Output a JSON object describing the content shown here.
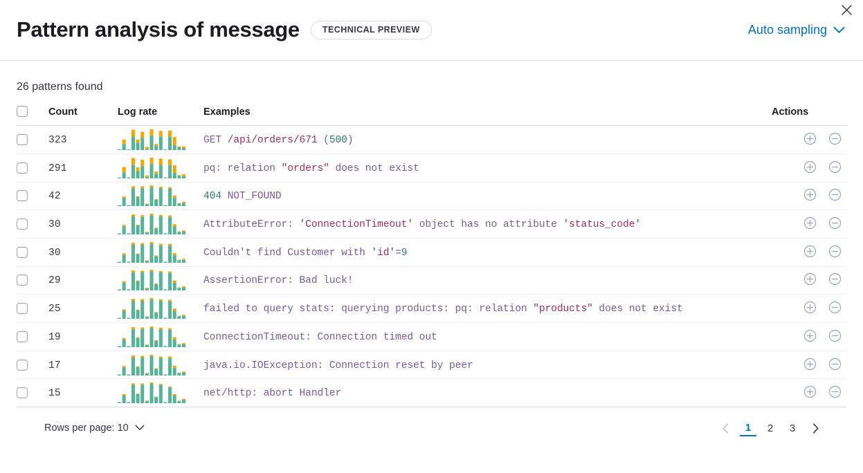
{
  "header": {
    "title": "Pattern analysis of message",
    "badge": "TECHNICAL PREVIEW",
    "sampling_label": "Auto sampling",
    "close_icon": "close-icon",
    "chevron_icon": "chevron-down-icon"
  },
  "summary": {
    "patterns_found": "26 patterns found"
  },
  "table": {
    "columns": {
      "select": "",
      "count": "Count",
      "log_rate": "Log rate",
      "examples": "Examples",
      "actions": "Actions"
    },
    "rows": [
      {
        "count": "323",
        "example_plain": "GET /api/orders/671 (500)",
        "tokens": [
          {
            "t": "GET ",
            "c": "d"
          },
          {
            "t": "/api/orders/671",
            "c": "s"
          },
          {
            "t": " (",
            "c": "d"
          },
          {
            "t": "500",
            "c": "n"
          },
          {
            "t": ")",
            "c": "d"
          }
        ],
        "spark": {
          "teal": [
            4,
            30,
            4,
            66,
            36,
            60,
            6,
            70,
            20,
            66,
            4,
            66,
            24,
            14,
            10
          ],
          "orange": [
            0,
            22,
            0,
            34,
            16,
            30,
            10,
            32,
            10,
            28,
            0,
            30,
            40,
            4,
            8
          ]
        }
      },
      {
        "count": "291",
        "example_plain": "pq: relation \"orders\" does not exist",
        "tokens": [
          {
            "t": "pq: relation ",
            "c": "d"
          },
          {
            "t": "\"orders\"",
            "c": "s"
          },
          {
            "t": " does not exist",
            "c": "d"
          }
        ],
        "spark": {
          "teal": [
            4,
            28,
            4,
            64,
            34,
            58,
            6,
            68,
            22,
            64,
            4,
            62,
            26,
            12,
            12
          ],
          "orange": [
            0,
            26,
            0,
            32,
            18,
            30,
            8,
            30,
            10,
            30,
            0,
            28,
            36,
            4,
            8
          ]
        }
      },
      {
        "count": "42",
        "example_plain": "404 NOT_FOUND",
        "tokens": [
          {
            "t": "404",
            "c": "n"
          },
          {
            "t": " NOT_FOUND",
            "c": "d"
          }
        ],
        "spark": {
          "teal": [
            4,
            34,
            4,
            74,
            38,
            74,
            8,
            78,
            26,
            74,
            4,
            72,
            34,
            10,
            14
          ],
          "orange": [
            0,
            6,
            0,
            8,
            3,
            8,
            2,
            8,
            3,
            6,
            0,
            6,
            10,
            2,
            4
          ]
        }
      },
      {
        "count": "30",
        "example_plain": "AttributeError: 'ConnectionTimeout' object has no attribute 'status_code'",
        "tokens": [
          {
            "t": "AttributeError: ",
            "c": "d"
          },
          {
            "t": "'ConnectionTimeout'",
            "c": "s"
          },
          {
            "t": " object has no attribute ",
            "c": "d"
          },
          {
            "t": "'status_code'",
            "c": "s"
          }
        ],
        "spark": {
          "teal": [
            4,
            32,
            4,
            72,
            36,
            70,
            8,
            76,
            24,
            72,
            4,
            70,
            32,
            10,
            12
          ],
          "orange": [
            0,
            6,
            0,
            8,
            3,
            7,
            2,
            7,
            3,
            6,
            0,
            6,
            9,
            2,
            4
          ]
        }
      },
      {
        "count": "30",
        "example_plain": "Couldn't find Customer with 'id'=9",
        "tokens": [
          {
            "t": "Couldn't find Customer with ",
            "c": "d"
          },
          {
            "t": "'id'",
            "c": "s"
          },
          {
            "t": "=",
            "c": "d"
          },
          {
            "t": "9",
            "c": "n"
          }
        ],
        "spark": {
          "teal": [
            4,
            32,
            4,
            72,
            34,
            72,
            8,
            76,
            26,
            70,
            4,
            70,
            30,
            10,
            12
          ],
          "orange": [
            0,
            6,
            0,
            8,
            3,
            7,
            2,
            7,
            3,
            6,
            0,
            6,
            9,
            2,
            4
          ]
        }
      },
      {
        "count": "29",
        "example_plain": "AssertionError: Bad luck!",
        "tokens": [
          {
            "t": "AssertionError: Bad luck!",
            "c": "d"
          }
        ],
        "spark": {
          "teal": [
            4,
            30,
            4,
            70,
            36,
            70,
            8,
            74,
            24,
            70,
            4,
            68,
            30,
            10,
            12
          ],
          "orange": [
            0,
            6,
            0,
            8,
            3,
            7,
            2,
            7,
            3,
            6,
            0,
            6,
            9,
            2,
            4
          ]
        }
      },
      {
        "count": "25",
        "example_plain": "failed to query stats: querying products: pq: relation \"products\" does not exist",
        "tokens": [
          {
            "t": "failed to query stats: querying products: pq: relation ",
            "c": "d"
          },
          {
            "t": "\"products\"",
            "c": "s"
          },
          {
            "t": " does not exist",
            "c": "d"
          }
        ],
        "spark": {
          "teal": [
            4,
            32,
            4,
            72,
            34,
            72,
            8,
            76,
            24,
            72,
            4,
            70,
            32,
            10,
            12
          ],
          "orange": [
            0,
            6,
            0,
            8,
            3,
            7,
            2,
            7,
            3,
            6,
            0,
            6,
            9,
            2,
            4
          ]
        }
      },
      {
        "count": "19",
        "example_plain": "ConnectionTimeout: Connection timed out",
        "tokens": [
          {
            "t": "ConnectionTimeout: Connection timed out",
            "c": "d"
          }
        ],
        "spark": {
          "teal": [
            4,
            30,
            4,
            70,
            36,
            70,
            8,
            74,
            24,
            70,
            4,
            68,
            30,
            10,
            12
          ],
          "orange": [
            0,
            6,
            0,
            8,
            3,
            7,
            2,
            7,
            3,
            6,
            0,
            6,
            9,
            2,
            4
          ]
        }
      },
      {
        "count": "17",
        "example_plain": "java.io.IOException: Connection reset by peer",
        "tokens": [
          {
            "t": "java.io.IOException: Connection reset by peer",
            "c": "d"
          }
        ],
        "spark": {
          "teal": [
            4,
            32,
            4,
            72,
            34,
            72,
            8,
            76,
            26,
            70,
            4,
            70,
            30,
            10,
            12
          ],
          "orange": [
            0,
            6,
            0,
            8,
            3,
            7,
            2,
            7,
            3,
            6,
            0,
            6,
            9,
            2,
            4
          ]
        }
      },
      {
        "count": "15",
        "example_plain": "net/http: abort Handler",
        "tokens": [
          {
            "t": "net/http: abort Handler",
            "c": "d"
          }
        ],
        "spark": {
          "teal": [
            4,
            30,
            4,
            72,
            36,
            72,
            8,
            76,
            24,
            72,
            4,
            62,
            30,
            8,
            14
          ],
          "orange": [
            0,
            6,
            0,
            6,
            2,
            6,
            2,
            6,
            2,
            4,
            0,
            4,
            6,
            2,
            3
          ]
        }
      }
    ]
  },
  "footer": {
    "rows_per_page_label": "Rows per page: 10",
    "prev_label": "‹",
    "next_label": "›",
    "pages": [
      "1",
      "2",
      "3"
    ],
    "active_page": "1"
  },
  "colors": {
    "teal": "#54b399",
    "orange": "#f5a700",
    "accent": "#0071c2",
    "token_default": "#765b96",
    "token_string": "#9b3050",
    "token_number": "#2a7b62",
    "border": "#d3dae6"
  }
}
